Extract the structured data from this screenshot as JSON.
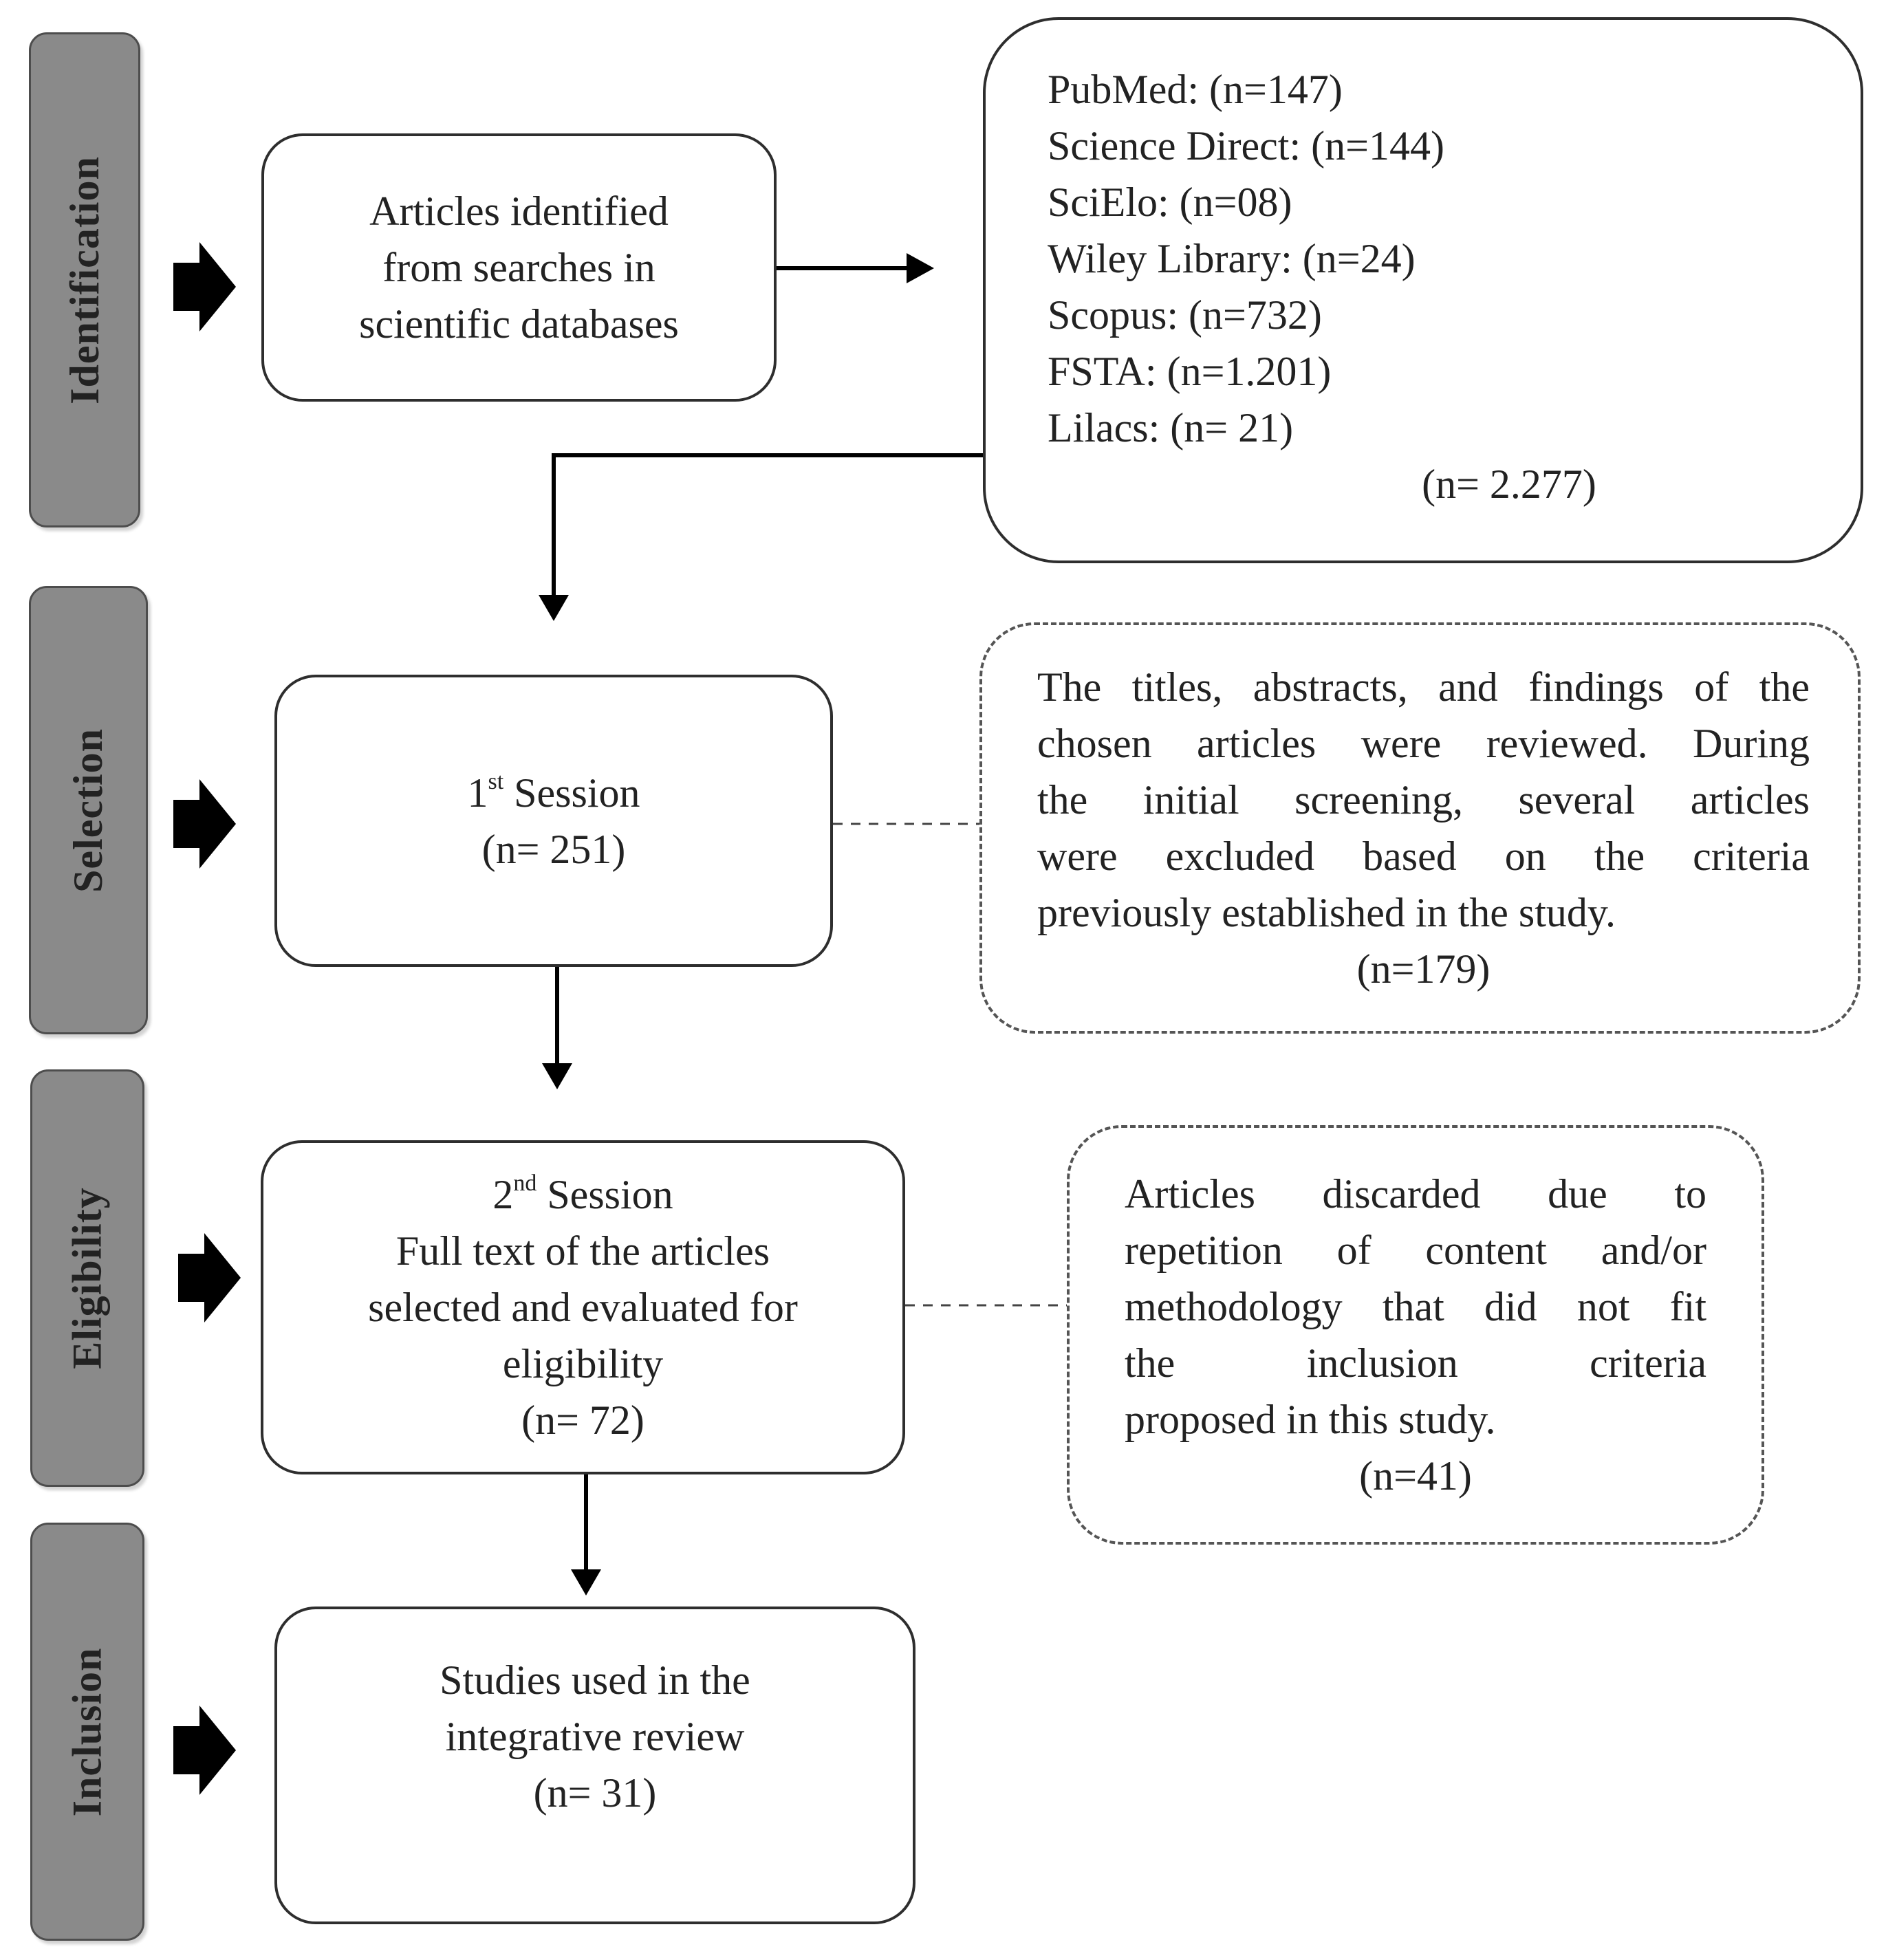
{
  "stages": {
    "identification": "Identification",
    "selection": "Selection",
    "eligibility": "Eligibility",
    "inclusion": "Inclusion"
  },
  "identified": {
    "lines": [
      "Articles identified",
      "from searches in",
      "scientific databases"
    ]
  },
  "databases": {
    "items": [
      "PubMed: (n=147)",
      "Science Direct: (n=144)",
      "SciElo: (n=08)",
      "Wiley Library: (n=24)",
      "Scopus: (n=732)",
      "FSTA: (n=1.201)",
      "Lilacs: (n= 21)"
    ],
    "total": "(n= 2.277)"
  },
  "session1": {
    "ordinal": "1",
    "ordinal_suffix": "st",
    "label": "Session",
    "count": "(n= 251)"
  },
  "exclusion1": {
    "lines": [
      "The titles, abstracts, and findings of the",
      "chosen articles were reviewed. During",
      "the initial screening, several articles",
      "were excluded based on the criteria",
      "previously established in the study."
    ],
    "count": "(n=179)"
  },
  "session2": {
    "ordinal": "2",
    "ordinal_suffix": "nd",
    "label": "Session",
    "lines": [
      "Full text of the articles",
      "selected and evaluated for",
      "eligibility"
    ],
    "count": "(n= 72)"
  },
  "exclusion2": {
    "lines": [
      "Articles discarded due to",
      "repetition of content and/or",
      "methodology that did not fit",
      "the inclusion criteria",
      "proposed in this study."
    ],
    "count": "(n=41)"
  },
  "included": {
    "lines": [
      "Studies used in the",
      "integrative review"
    ],
    "count": "(n= 31)"
  }
}
